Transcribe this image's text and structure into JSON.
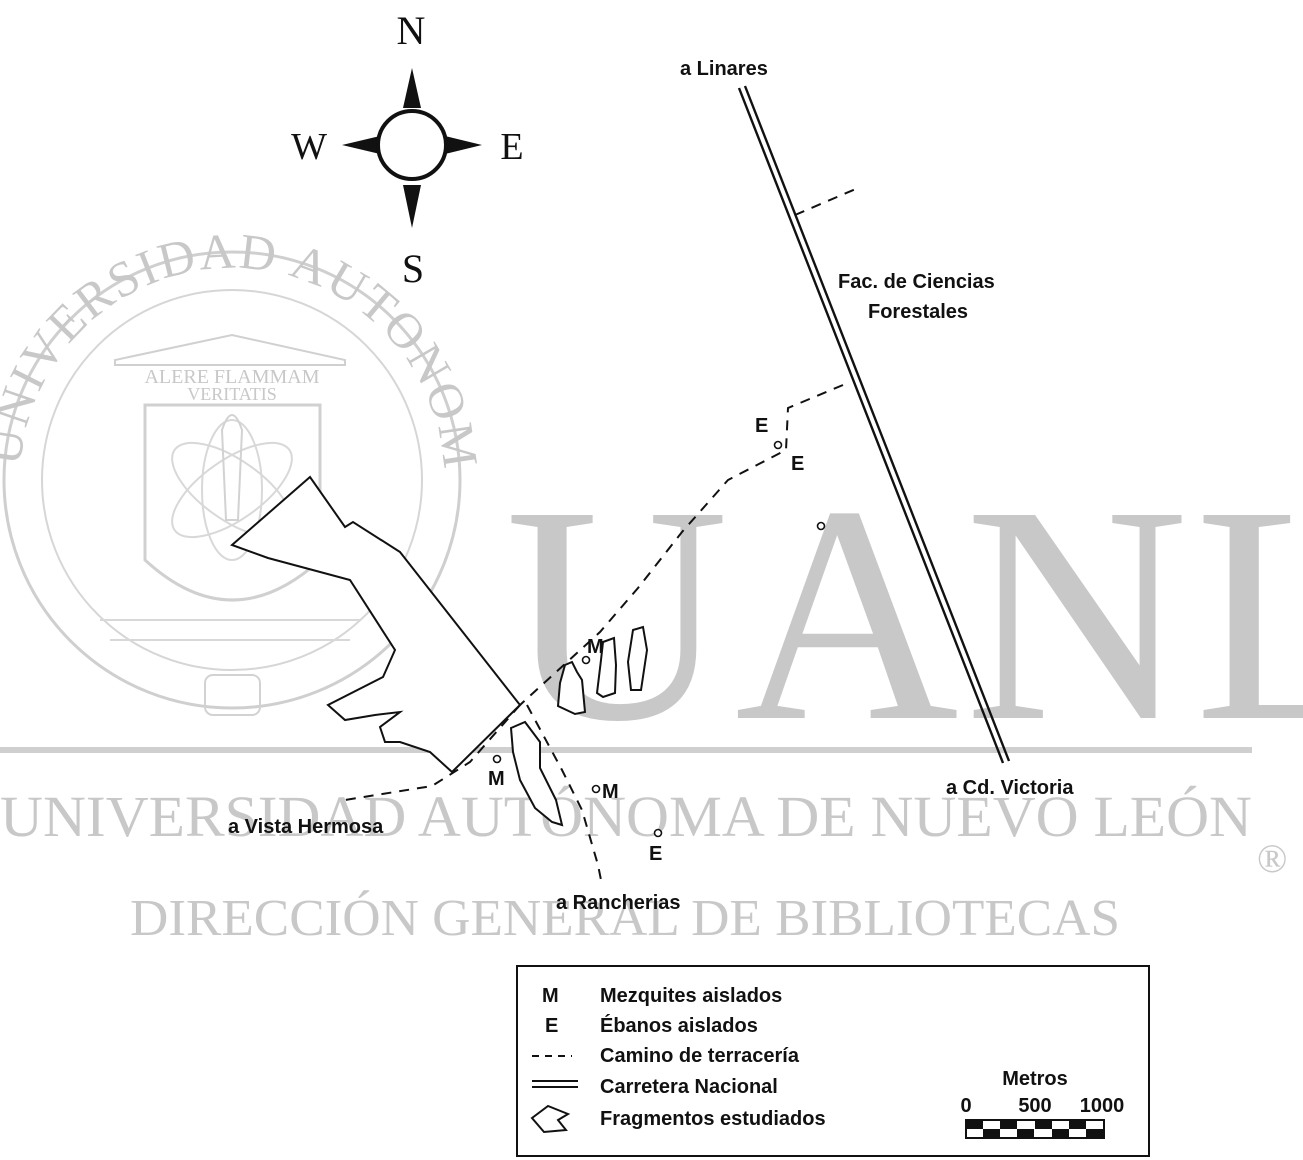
{
  "compass": {
    "north": "N",
    "south": "S",
    "east": "E",
    "west": "W"
  },
  "labels": {
    "linares": "a Linares",
    "facultad_line1": "Fac. de Ciencias",
    "facultad_line2": "Forestales",
    "cd_victoria": "a Cd. Victoria",
    "vista_hermosa": "a Vista Hermosa",
    "rancherias": "a Rancherias"
  },
  "markers": {
    "mezquite": "M",
    "ebano": "E"
  },
  "legend": {
    "items": [
      {
        "symbol": "M",
        "label": "Mezquites aislados"
      },
      {
        "symbol": "E",
        "label": "Ébanos aislados"
      },
      {
        "symbol": "- - -",
        "label": "Camino de terracería"
      },
      {
        "symbol": "road-double-line",
        "label": "Carretera Nacional"
      },
      {
        "symbol": "fragment-outline",
        "label": "Fragmentos estudiados"
      }
    ]
  },
  "scale": {
    "title": "Metros",
    "ticks": [
      "0",
      "500",
      "1000"
    ]
  },
  "watermark": {
    "seal_motto_line1": "ALERE FLAMMAM",
    "seal_motto_line2": "VERITATIS",
    "seal_ring_text": "UNIVERSIDAD AUTONOMA DE NUEVO LEON",
    "acronym": "UANL",
    "university": "UNIVERSIDAD AUTÓNOMA DE NUEVO LEÓN",
    "registered": "®",
    "direction": "DIRECCIÓN GENERAL DE BIBLIOTECAS"
  }
}
